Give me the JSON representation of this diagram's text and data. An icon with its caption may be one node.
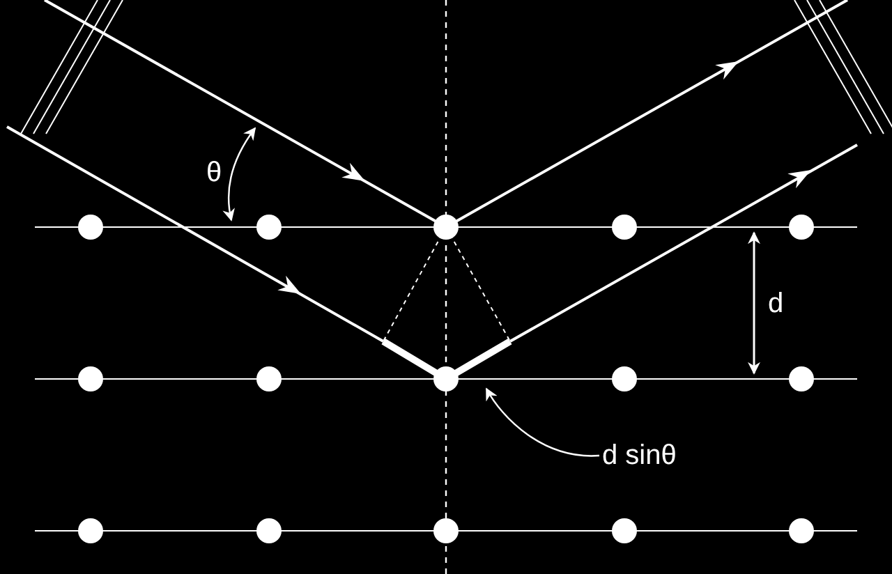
{
  "diagram": {
    "nodes": [
      {
        "text": [
          "d sinθ"
        ]
      },
      {
        "text": [],
        "shape": "line"
      }
    ],
    "edges": [
      {
        "from": 0,
        "to": 1,
        "arrow": "to"
      }
    ],
    "labels": [
      "θ",
      "d"
    ]
  }
}
